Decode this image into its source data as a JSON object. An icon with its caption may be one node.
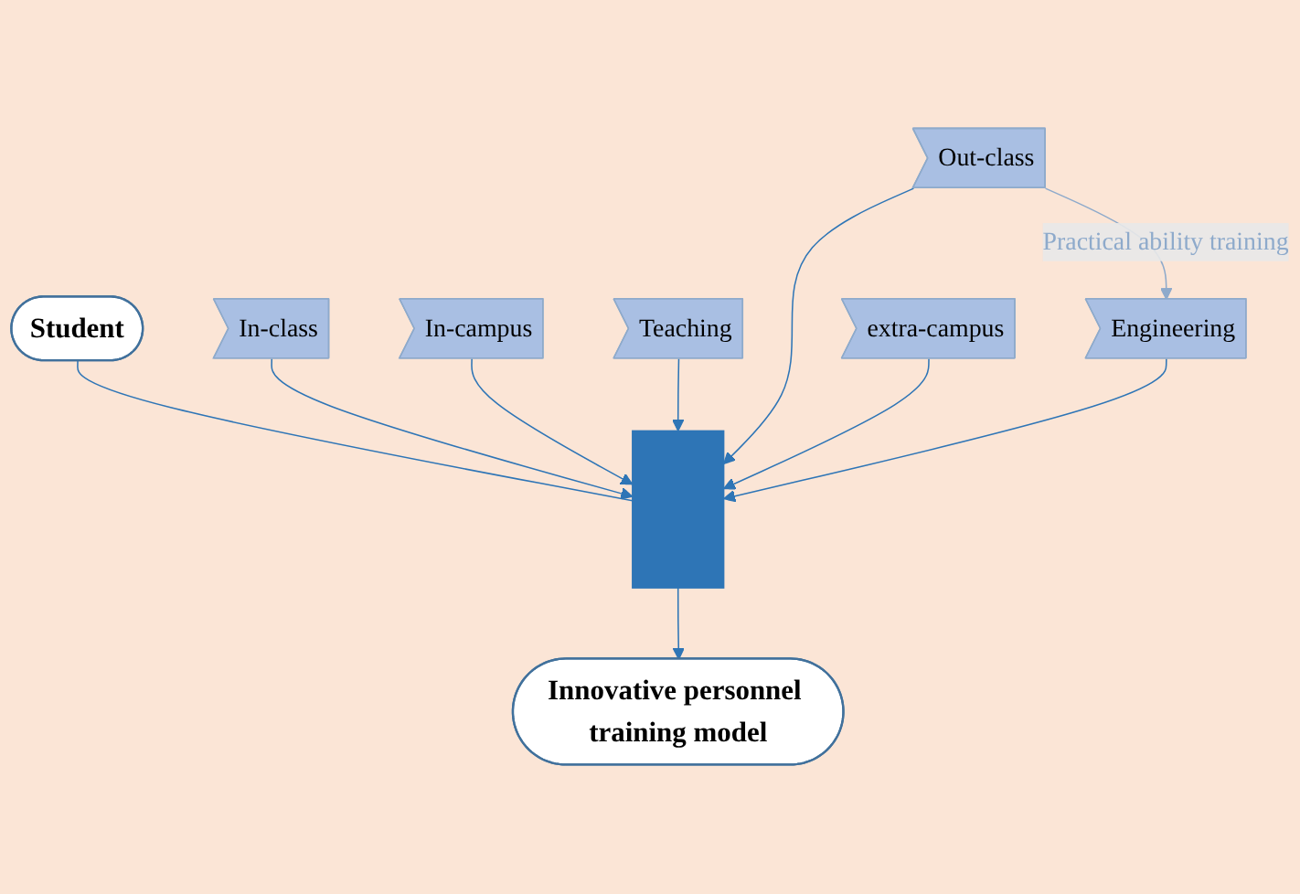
{
  "diagram": {
    "nodes": [
      {
        "text": [
          "Student"
        ]
      },
      {
        "text": [
          "In-class"
        ]
      },
      {
        "text": [
          "Out-class"
        ]
      },
      {
        "text": [
          "In-campus"
        ]
      },
      {
        "text": [
          "extra-campus"
        ]
      },
      {
        "text": [
          "Teaching"
        ]
      },
      {
        "text": [
          "Engineering"
        ]
      },
      {
        "text": [],
        "shape": "bar"
      },
      {
        "text": [
          "Innovative personnel training model"
        ]
      }
    ],
    "edges": [
      {
        "from": 0,
        "to": 7,
        "arrow": "none"
      },
      {
        "from": 1,
        "to": 7,
        "arrow": "to"
      },
      {
        "from": 3,
        "to": 7,
        "arrow": "to"
      },
      {
        "from": 5,
        "to": 7,
        "arrow": "to"
      },
      {
        "from": 2,
        "to": 7,
        "arrow": "to"
      },
      {
        "from": 4,
        "to": 7,
        "arrow": "to"
      },
      {
        "from": 6,
        "to": 7,
        "arrow": "to"
      },
      {
        "from": 7,
        "to": 8,
        "arrow": "to"
      },
      {
        "from": 2,
        "to": 6,
        "arrow": "to",
        "label": "Practical ability training",
        "color": "#8eaacb"
      }
    ]
  }
}
